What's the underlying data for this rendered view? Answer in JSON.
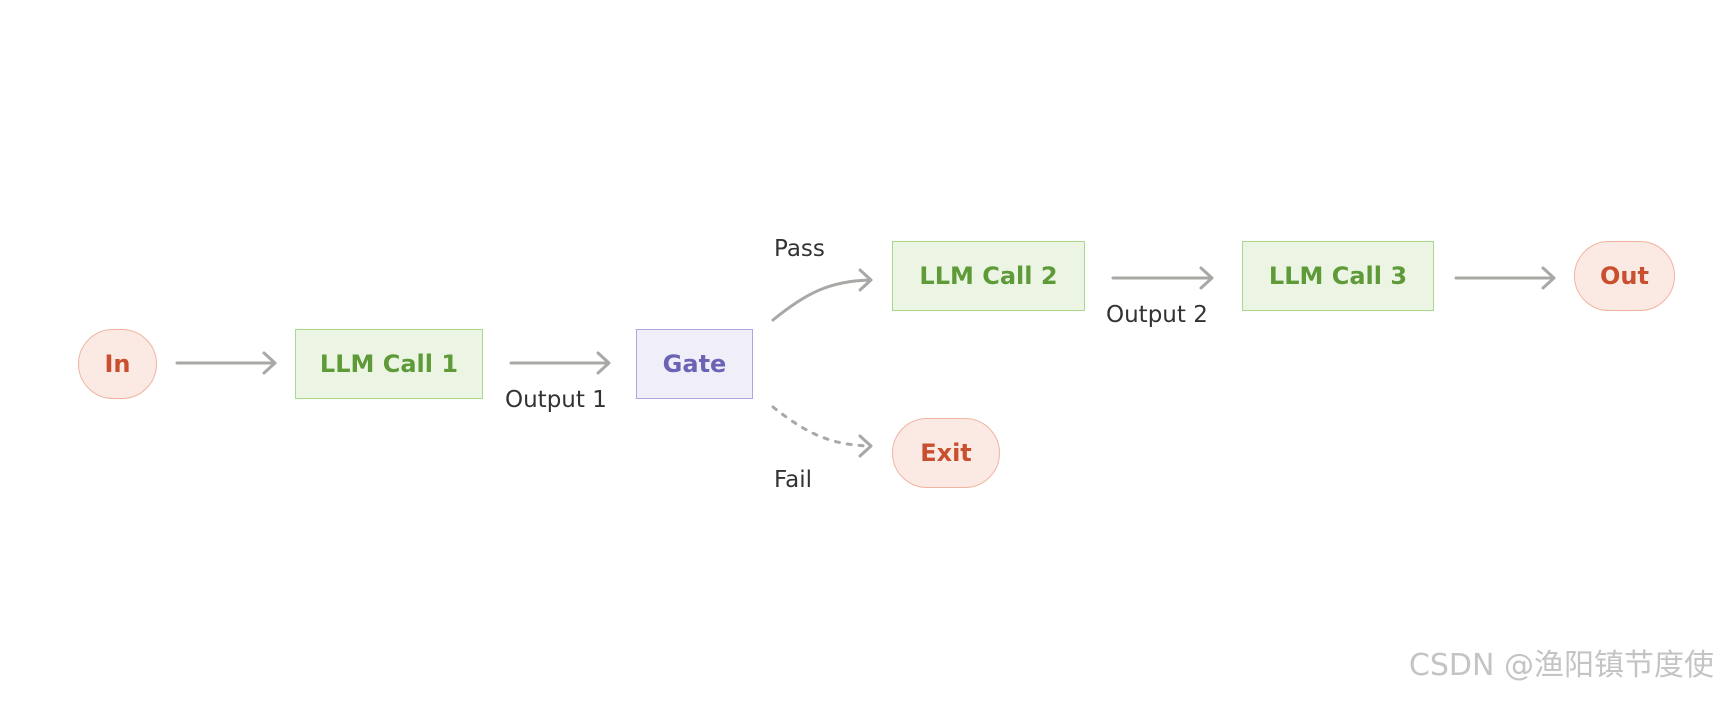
{
  "diagram": {
    "nodes": {
      "in": "In",
      "llm_call_1": "LLM Call 1",
      "gate": "Gate",
      "llm_call_2": "LLM Call 2",
      "llm_call_3": "LLM Call 3",
      "out": "Out",
      "exit": "Exit"
    },
    "edge_labels": {
      "output_1": "Output 1",
      "pass": "Pass",
      "fail": "Fail",
      "output_2": "Output 2"
    },
    "colors": {
      "terminal_fill": "#fbe9e3",
      "terminal_border": "#f0b4a1",
      "terminal_text": "#c8502e",
      "llm_fill": "#ecf5e4",
      "llm_border": "#a9d88f",
      "llm_text": "#5e9a38",
      "gate_fill": "#f0eef9",
      "gate_border": "#aca6dc",
      "gate_text": "#6b63b5",
      "arrow": "#a8a8a5"
    }
  },
  "watermark": "CSDN @渔阳镇节度使"
}
